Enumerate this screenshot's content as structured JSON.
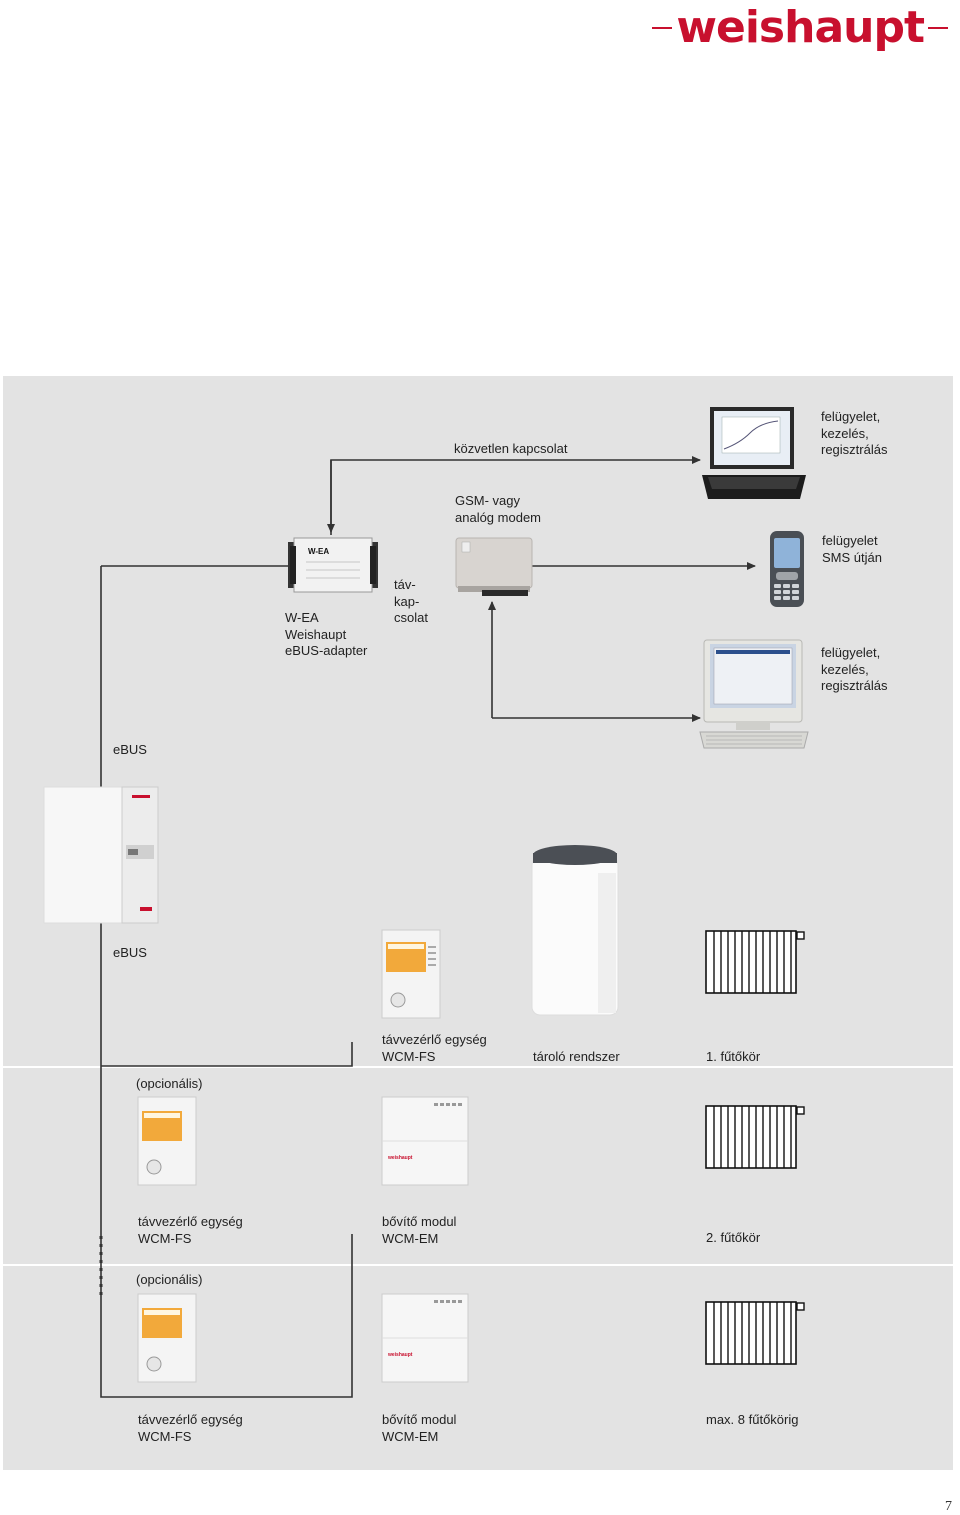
{
  "brand": {
    "logo_text": "weishaupt",
    "color": "#c8102e"
  },
  "page_number": "7",
  "labels": {
    "direct_connection": "közvetlen kapcsolat",
    "monitoring_top": "felügyelet,\nkezelés,\nregisztrálás",
    "modem": "GSM- vagy\nanalóg modem",
    "sms": "felügyelet\nSMS útján",
    "adapter": "W-EA\nWeishaupt\neBUS-adapter",
    "remote_link": "táv-\nkap-\ncsolat",
    "monitoring_pc": "felügyelet,\nkezelés,\nregisztrálás",
    "ebus_1": "eBUS",
    "ebus_2": "eBUS",
    "remote_unit_1": "távvezérlő egység\nWCM-FS",
    "storage": "tároló rendszer",
    "circuit_1": "1. fűtőkör",
    "optional_1": "(opcionális)",
    "remote_unit_2": "távvezérlő egység\nWCM-FS",
    "expansion_1": "bővítő modul\nWCM-EM",
    "circuit_2": "2. fűtőkör",
    "optional_2": "(opcionális)",
    "remote_unit_3": "távvezérlő egység\nWCM-FS",
    "expansion_2": "bővítő modul\nWCM-EM",
    "circuit_max": "max. 8 fűtőkörig"
  },
  "device_labels": {
    "adapter_name": "W-EA",
    "expansion_brand": "weishaupt"
  }
}
